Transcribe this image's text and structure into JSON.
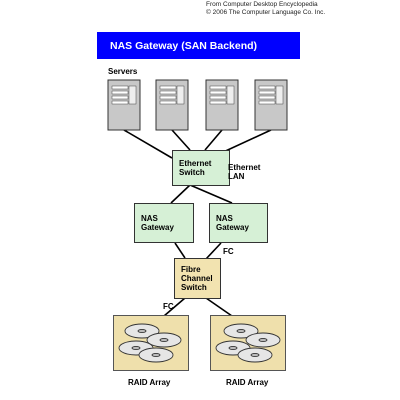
{
  "credit": {
    "line1": "From Computer Desktop Encyclopedia",
    "line2": "© 2006 The Computer Language Co. Inc."
  },
  "title": "NAS Gateway (SAN Backend)",
  "servers_label": "Servers",
  "nodes": {
    "ethernet_switch": [
      "Ethernet",
      "Switch"
    ],
    "ethernet_lan": [
      "Ethernet",
      "LAN"
    ],
    "nas_gateway_left": [
      "NAS",
      "Gateway"
    ],
    "nas_gateway_right": [
      "NAS",
      "Gateway"
    ],
    "fibre_channel_switch": [
      "Fibre",
      "Channel",
      "Switch"
    ]
  },
  "fc_label": "FC",
  "raid_label": "RAID Array",
  "colors": {
    "title_bg": "#0000ff",
    "box_green": "#d6f0d6",
    "box_tan": "#f2e3b0",
    "server_gray": "#c8c8c8"
  },
  "icons": [
    "server-icon",
    "disk-stack-icon"
  ]
}
